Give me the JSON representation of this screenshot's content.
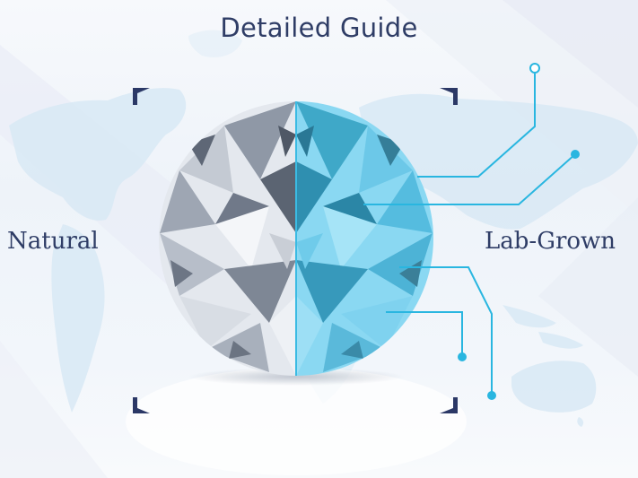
{
  "header": {
    "title": "Detailed Guide"
  },
  "comparison": {
    "left_label": "Natural",
    "right_label": "Lab-Grown"
  },
  "graphic": {
    "subject": "round-brilliant-diamond-split",
    "left_half_tint": "#c9ccd3",
    "right_half_tint": "#5cc8ec",
    "frame_corner_color": "#2b3866",
    "callout_line_color": "#29b6e0",
    "callout_lines": 4
  },
  "colors": {
    "title": "#2f3d66",
    "labels": "#2f3d66",
    "background": "#f2f6fb",
    "map": "#dcebf6"
  }
}
